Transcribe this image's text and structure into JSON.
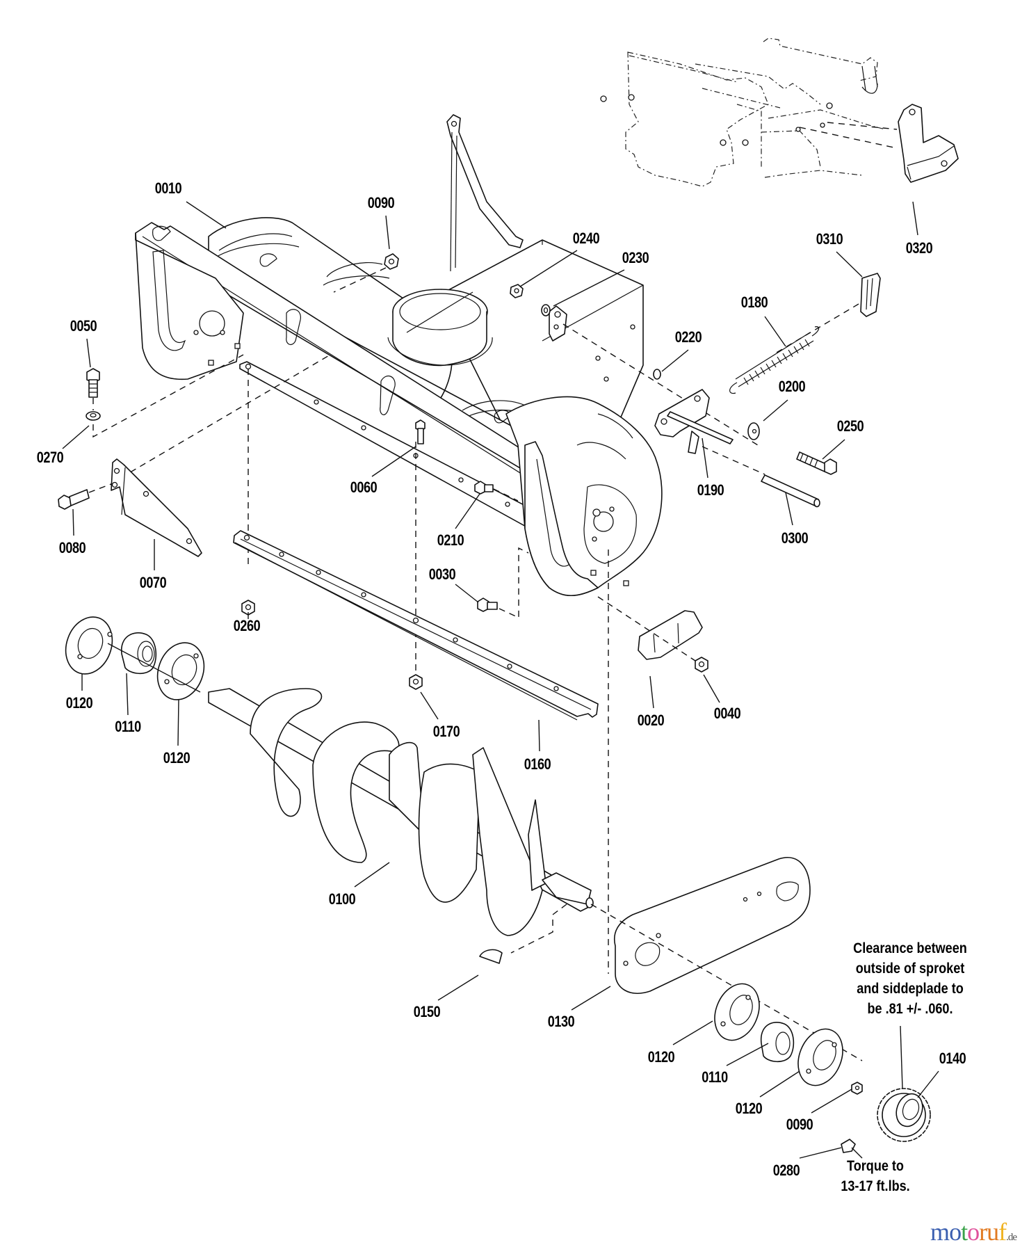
{
  "diagram": {
    "type": "exploded-parts-diagram",
    "subject": "Snow thrower auger housing assembly",
    "callouts": [
      {
        "id": "c-0010",
        "label": "0010",
        "part": "auger-housing"
      },
      {
        "id": "c-0090-top",
        "label": "0090",
        "part": "hex-nut"
      },
      {
        "id": "c-0240",
        "label": "0240",
        "part": "nut"
      },
      {
        "id": "c-0230",
        "label": "0230",
        "part": "washer"
      },
      {
        "id": "c-0310",
        "label": "0310",
        "part": "latch-bracket"
      },
      {
        "id": "c-0320",
        "label": "0320",
        "part": "hitch-bracket"
      },
      {
        "id": "c-0180",
        "label": "0180",
        "part": "extension-spring"
      },
      {
        "id": "c-0050",
        "label": "0050",
        "part": "bolt"
      },
      {
        "id": "c-0220",
        "label": "0220",
        "part": "nut"
      },
      {
        "id": "c-0200",
        "label": "0200",
        "part": "flat-washer"
      },
      {
        "id": "c-0250",
        "label": "0250",
        "part": "hex-bolt"
      },
      {
        "id": "c-0270",
        "label": "0270",
        "part": "washer"
      },
      {
        "id": "c-0060",
        "label": "0060",
        "part": "carriage-bolt"
      },
      {
        "id": "c-0190",
        "label": "0190",
        "part": "lift-bracket"
      },
      {
        "id": "c-0210",
        "label": "0210",
        "part": "flange-bolt"
      },
      {
        "id": "c-0300",
        "label": "0300",
        "part": "pin"
      },
      {
        "id": "c-0080",
        "label": "0080",
        "part": "hex-bolt"
      },
      {
        "id": "c-0030",
        "label": "0030",
        "part": "carriage-bolt"
      },
      {
        "id": "c-0070",
        "label": "0070",
        "part": "side-brace"
      },
      {
        "id": "c-0260",
        "label": "0260",
        "part": "hex-nut"
      },
      {
        "id": "c-0120-a",
        "label": "0120",
        "part": "bearing-flange"
      },
      {
        "id": "c-0110-a",
        "label": "0110",
        "part": "bearing"
      },
      {
        "id": "c-0020",
        "label": "0020",
        "part": "skid-shoe"
      },
      {
        "id": "c-0040",
        "label": "0040",
        "part": "hex-nut"
      },
      {
        "id": "c-0120-b",
        "label": "0120",
        "part": "bearing-flange"
      },
      {
        "id": "c-0170",
        "label": "0170",
        "part": "hex-nut"
      },
      {
        "id": "c-0160",
        "label": "0160",
        "part": "scraper-bar"
      },
      {
        "id": "c-0100",
        "label": "0100",
        "part": "auger"
      },
      {
        "id": "c-0150",
        "label": "0150",
        "part": "woodruff-key"
      },
      {
        "id": "c-0130",
        "label": "0130",
        "part": "side-plate"
      },
      {
        "id": "c-0120-c",
        "label": "0120",
        "part": "bearing-flange"
      },
      {
        "id": "c-0110-b",
        "label": "0110",
        "part": "bearing"
      },
      {
        "id": "c-0140",
        "label": "0140",
        "part": "sprocket"
      },
      {
        "id": "c-0120-d",
        "label": "0120",
        "part": "bearing-flange"
      },
      {
        "id": "c-0090-bottom",
        "label": "0090",
        "part": "hex-nut"
      },
      {
        "id": "c-0280",
        "label": "0280",
        "part": "set-screw"
      }
    ],
    "notes": {
      "clearance": [
        "Clearance between",
        "outside of sproket",
        "and siddeplade to",
        "be .81 +/- .060."
      ],
      "torque": [
        "Torque to",
        "13-17 ft.lbs."
      ]
    }
  },
  "watermark": {
    "letters": [
      {
        "char": "m",
        "color": "#3b5fb0"
      },
      {
        "char": "o",
        "color": "#3b5fb0"
      },
      {
        "char": "t",
        "color": "#3aa24a"
      },
      {
        "char": "o",
        "color": "#e0529c"
      },
      {
        "char": "r",
        "color": "#e27a22"
      },
      {
        "char": "u",
        "color": "#e27a22"
      },
      {
        "char": "f",
        "color": "#f0b323"
      }
    ],
    "tld": ".de"
  }
}
